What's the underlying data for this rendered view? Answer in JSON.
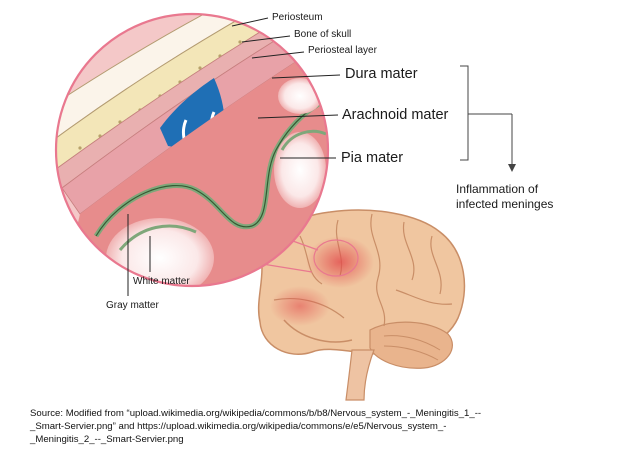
{
  "labels": {
    "periosteum": "Periosteum",
    "bone_of_skull": "Bone of skull",
    "periosteal_layer": "Periosteal layer",
    "dura_mater": "Dura mater",
    "arachnoid_mater": "Arachnoid mater",
    "pia_mater": "Pia mater",
    "inflammation_line1": "Inflammation of",
    "inflammation_line2": "infected meninges",
    "white_matter": "White matter",
    "gray_matter": "Gray matter"
  },
  "source": "Source: Modified from “upload.wikimedia.org/wikipedia/commons/b/b8/Nervous_system_-_Meningitis_1_--\n_Smart-Servier.png” and https://upload.wikimedia.org/wikipedia/commons/e/e5/Nervous_system_-\n_Meningitis_2_--_Smart-Servier.png",
  "colors": {
    "circle_border": "#e9788f",
    "skull_bone": "#f3e6b8",
    "periosteum": "#f6f0e0",
    "dura": "#e8a2a8",
    "csf_blue": "#1f6fb5",
    "gray_matter": "#e78c8c",
    "pia_green": "#7fa77a",
    "brain": "#f0c6a0",
    "inflamed": "#e46b6b"
  }
}
